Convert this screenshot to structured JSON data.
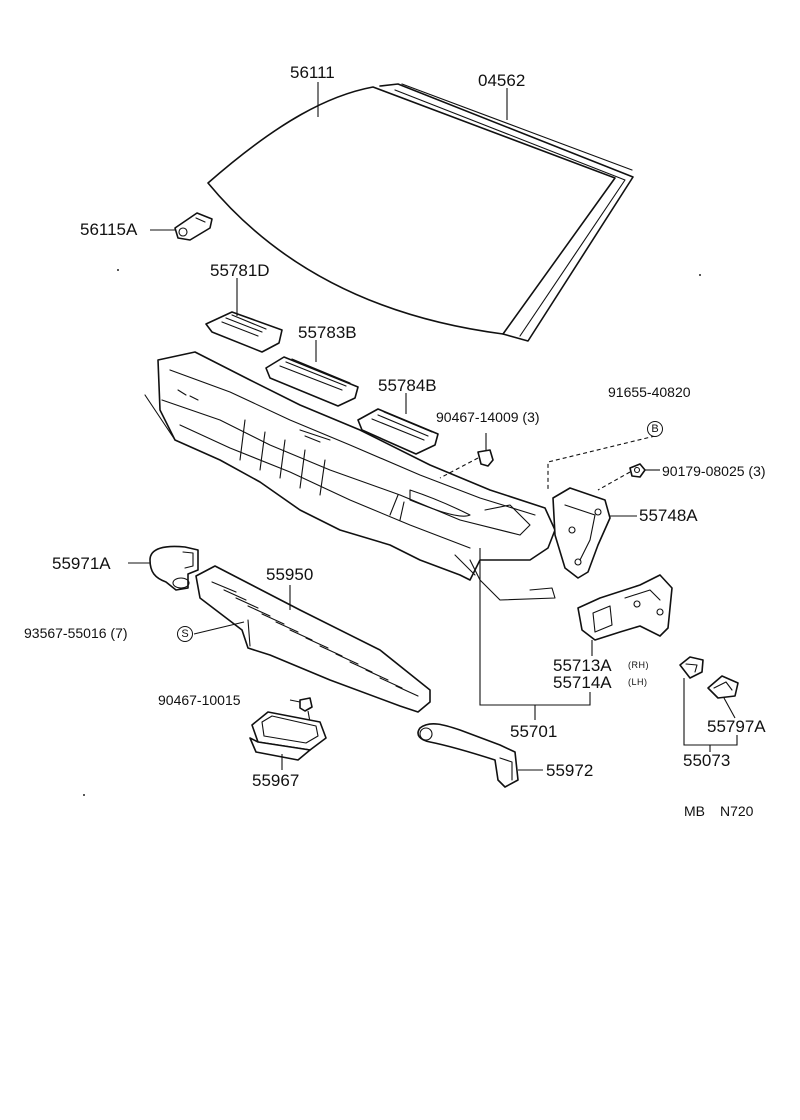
{
  "parts": {
    "windshield_glass": "56111",
    "weatherstrip": "04562",
    "clip": "56115A",
    "pad_a": "55781D",
    "pad_b": "55783B",
    "pad_c": "55784B",
    "clip_count_a": "90467-14009 (3)",
    "bolt_b": "91655-40820",
    "bolt_b_badge": "B",
    "nut": "90179-08025 (3)",
    "bracket_side": "55748A",
    "duct_left": "55971A",
    "louver": "55950",
    "screw_s": "93567-55016 (7)",
    "screw_s_badge": "S",
    "clip_b": "90467-10015",
    "nozzle": "55967",
    "duct_right": "55972",
    "brace_rh": "55713A",
    "brace_rh_side": "(RH)",
    "brace_lh": "55714A",
    "brace_lh_side": "(LH)",
    "panel_assy": "55701",
    "cover": "55797A",
    "cover_assy": "55073"
  },
  "footer": {
    "code_left": "MB",
    "code_right": "N720"
  }
}
